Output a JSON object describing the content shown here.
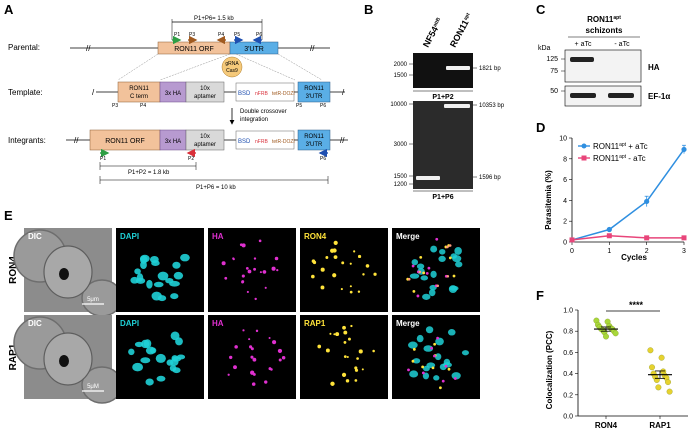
{
  "panels": {
    "A": {
      "letter": "A",
      "rows": {
        "parental": "Parental:",
        "template": "Template:",
        "integrants": "Integrants:"
      },
      "labels": {
        "top_dist": "P1+P6= 1.5 kb",
        "ron11_orf": "RON11 ORF",
        "utr3": "3'UTR",
        "grna1": "gRNA",
        "grna2": "Cas9",
        "ron11_cterm_1": "RON11",
        "ron11_cterm_2": "C term",
        "ha": "3x HA",
        "aptamer_1": "10x",
        "aptamer_2": "aptamer",
        "bsd": "BSD",
        "nfrb": "nFRB",
        "tetr": "tetR-DOZI",
        "ron11_utr_1": "RON11",
        "ron11_utr_2": "3'UTR",
        "double_1": "Double crossover",
        "double_2": "integration",
        "dist_p1p2": "P1+P2 = 1.8 kb",
        "dist_p1p6": "P1+P6 = 10 kb",
        "p1": "P1",
        "p2": "P2",
        "p3": "P3",
        "p4": "P4",
        "p5": "P5",
        "p6": "P6"
      }
    },
    "B": {
      "letter": "B",
      "lanes": [
        "NF54",
        "RON11"
      ],
      "lane_sup": [
        "attB",
        "apt"
      ],
      "gel1": {
        "ticks": [
          "2000",
          "1500"
        ],
        "band": "1821 bp",
        "caption": "P1+P2"
      },
      "gel2": {
        "ticks": [
          "10000",
          "3000",
          "1500",
          "1200"
        ],
        "band_top": "10353 bp",
        "band_bottom": "1596 bp",
        "caption": "P1+P6"
      }
    },
    "C": {
      "letter": "C",
      "title_1": "RON11",
      "title_sup": "apt",
      "title_2": "schizonts",
      "cond_plus": "+ aTc",
      "cond_minus": "- aTc",
      "kda": "kDa",
      "ticks_top": [
        "125",
        "75"
      ],
      "tick_bottom": "50",
      "ha": "HA",
      "ef": "EF-1α"
    },
    "D": {
      "letter": "D",
      "legend_plus": "RON11",
      "legend_plus_rest": " + aTc",
      "legend_minus": "RON11",
      "legend_minus_rest": " - aTc",
      "legend_sup": "apt",
      "ylabel": "Parasitemia (%)",
      "xlabel": "Cycles"
    },
    "E": {
      "letter": "E",
      "row1": "RON4",
      "row2": "RAP1",
      "channels_row1": [
        "DIC",
        "DAPI",
        "HA",
        "RON4",
        "Merge"
      ],
      "channels_row2": [
        "DIC",
        "DAPI",
        "HA",
        "RAP1",
        "Merge"
      ],
      "scale1": "5μm",
      "scale2": "5μM"
    },
    "F": {
      "letter": "F",
      "ylabel": "Colocalization (PCC)",
      "sig": "****"
    }
  },
  "colors": {
    "orf": "#f2c29b",
    "utr": "#5aaee6",
    "ha": "#b79ad0",
    "grna": "#f5c97a",
    "plus_atc": "#2f8fe0",
    "minus_atc": "#e8457a",
    "dapi": "#1fd0d6",
    "ha_stain": "#e030d0",
    "marker_stain": "#ffe33a",
    "f_ron4": "#a8d83a",
    "f_rap1": "#e6d22f"
  },
  "chart_data": [
    {
      "type": "line",
      "panel": "D",
      "x": [
        0,
        1,
        2,
        3
      ],
      "series": [
        {
          "name": "RON11apt + aTc",
          "values": [
            0.2,
            1.2,
            3.9,
            8.9
          ],
          "error": [
            0.05,
            0.1,
            0.5,
            0.4
          ]
        },
        {
          "name": "RON11apt - aTc",
          "values": [
            0.2,
            0.6,
            0.4,
            0.4
          ],
          "error": [
            0.05,
            0.1,
            0.1,
            0.1
          ]
        }
      ],
      "xlabel": "Cycles",
      "ylabel": "Parasitemia (%)",
      "xlim": [
        0,
        3
      ],
      "ylim": [
        0,
        10
      ],
      "xticks": [
        0,
        1,
        2,
        3
      ],
      "yticks": [
        0,
        2,
        4,
        6,
        8,
        10
      ],
      "grid": false,
      "legend": "top-left"
    },
    {
      "type": "scatter",
      "panel": "F",
      "categories": [
        "RON4",
        "RAP1"
      ],
      "series": [
        {
          "name": "RON4",
          "values": [
            0.9,
            0.89,
            0.86,
            0.85,
            0.84,
            0.83,
            0.82,
            0.82,
            0.81,
            0.8,
            0.79,
            0.78,
            0.75
          ],
          "mean": 0.82,
          "sem": 0.02
        },
        {
          "name": "RAP1",
          "values": [
            0.62,
            0.55,
            0.46,
            0.42,
            0.4,
            0.38,
            0.37,
            0.36,
            0.34,
            0.32,
            0.27,
            0.23
          ],
          "mean": 0.39,
          "sem": 0.035
        }
      ],
      "ylabel": "Colocalization (PCC)",
      "ylim": [
        0.0,
        1.0
      ],
      "yticks": [
        0.0,
        0.2,
        0.4,
        0.6,
        0.8,
        1.0
      ],
      "annotation": "****"
    }
  ]
}
